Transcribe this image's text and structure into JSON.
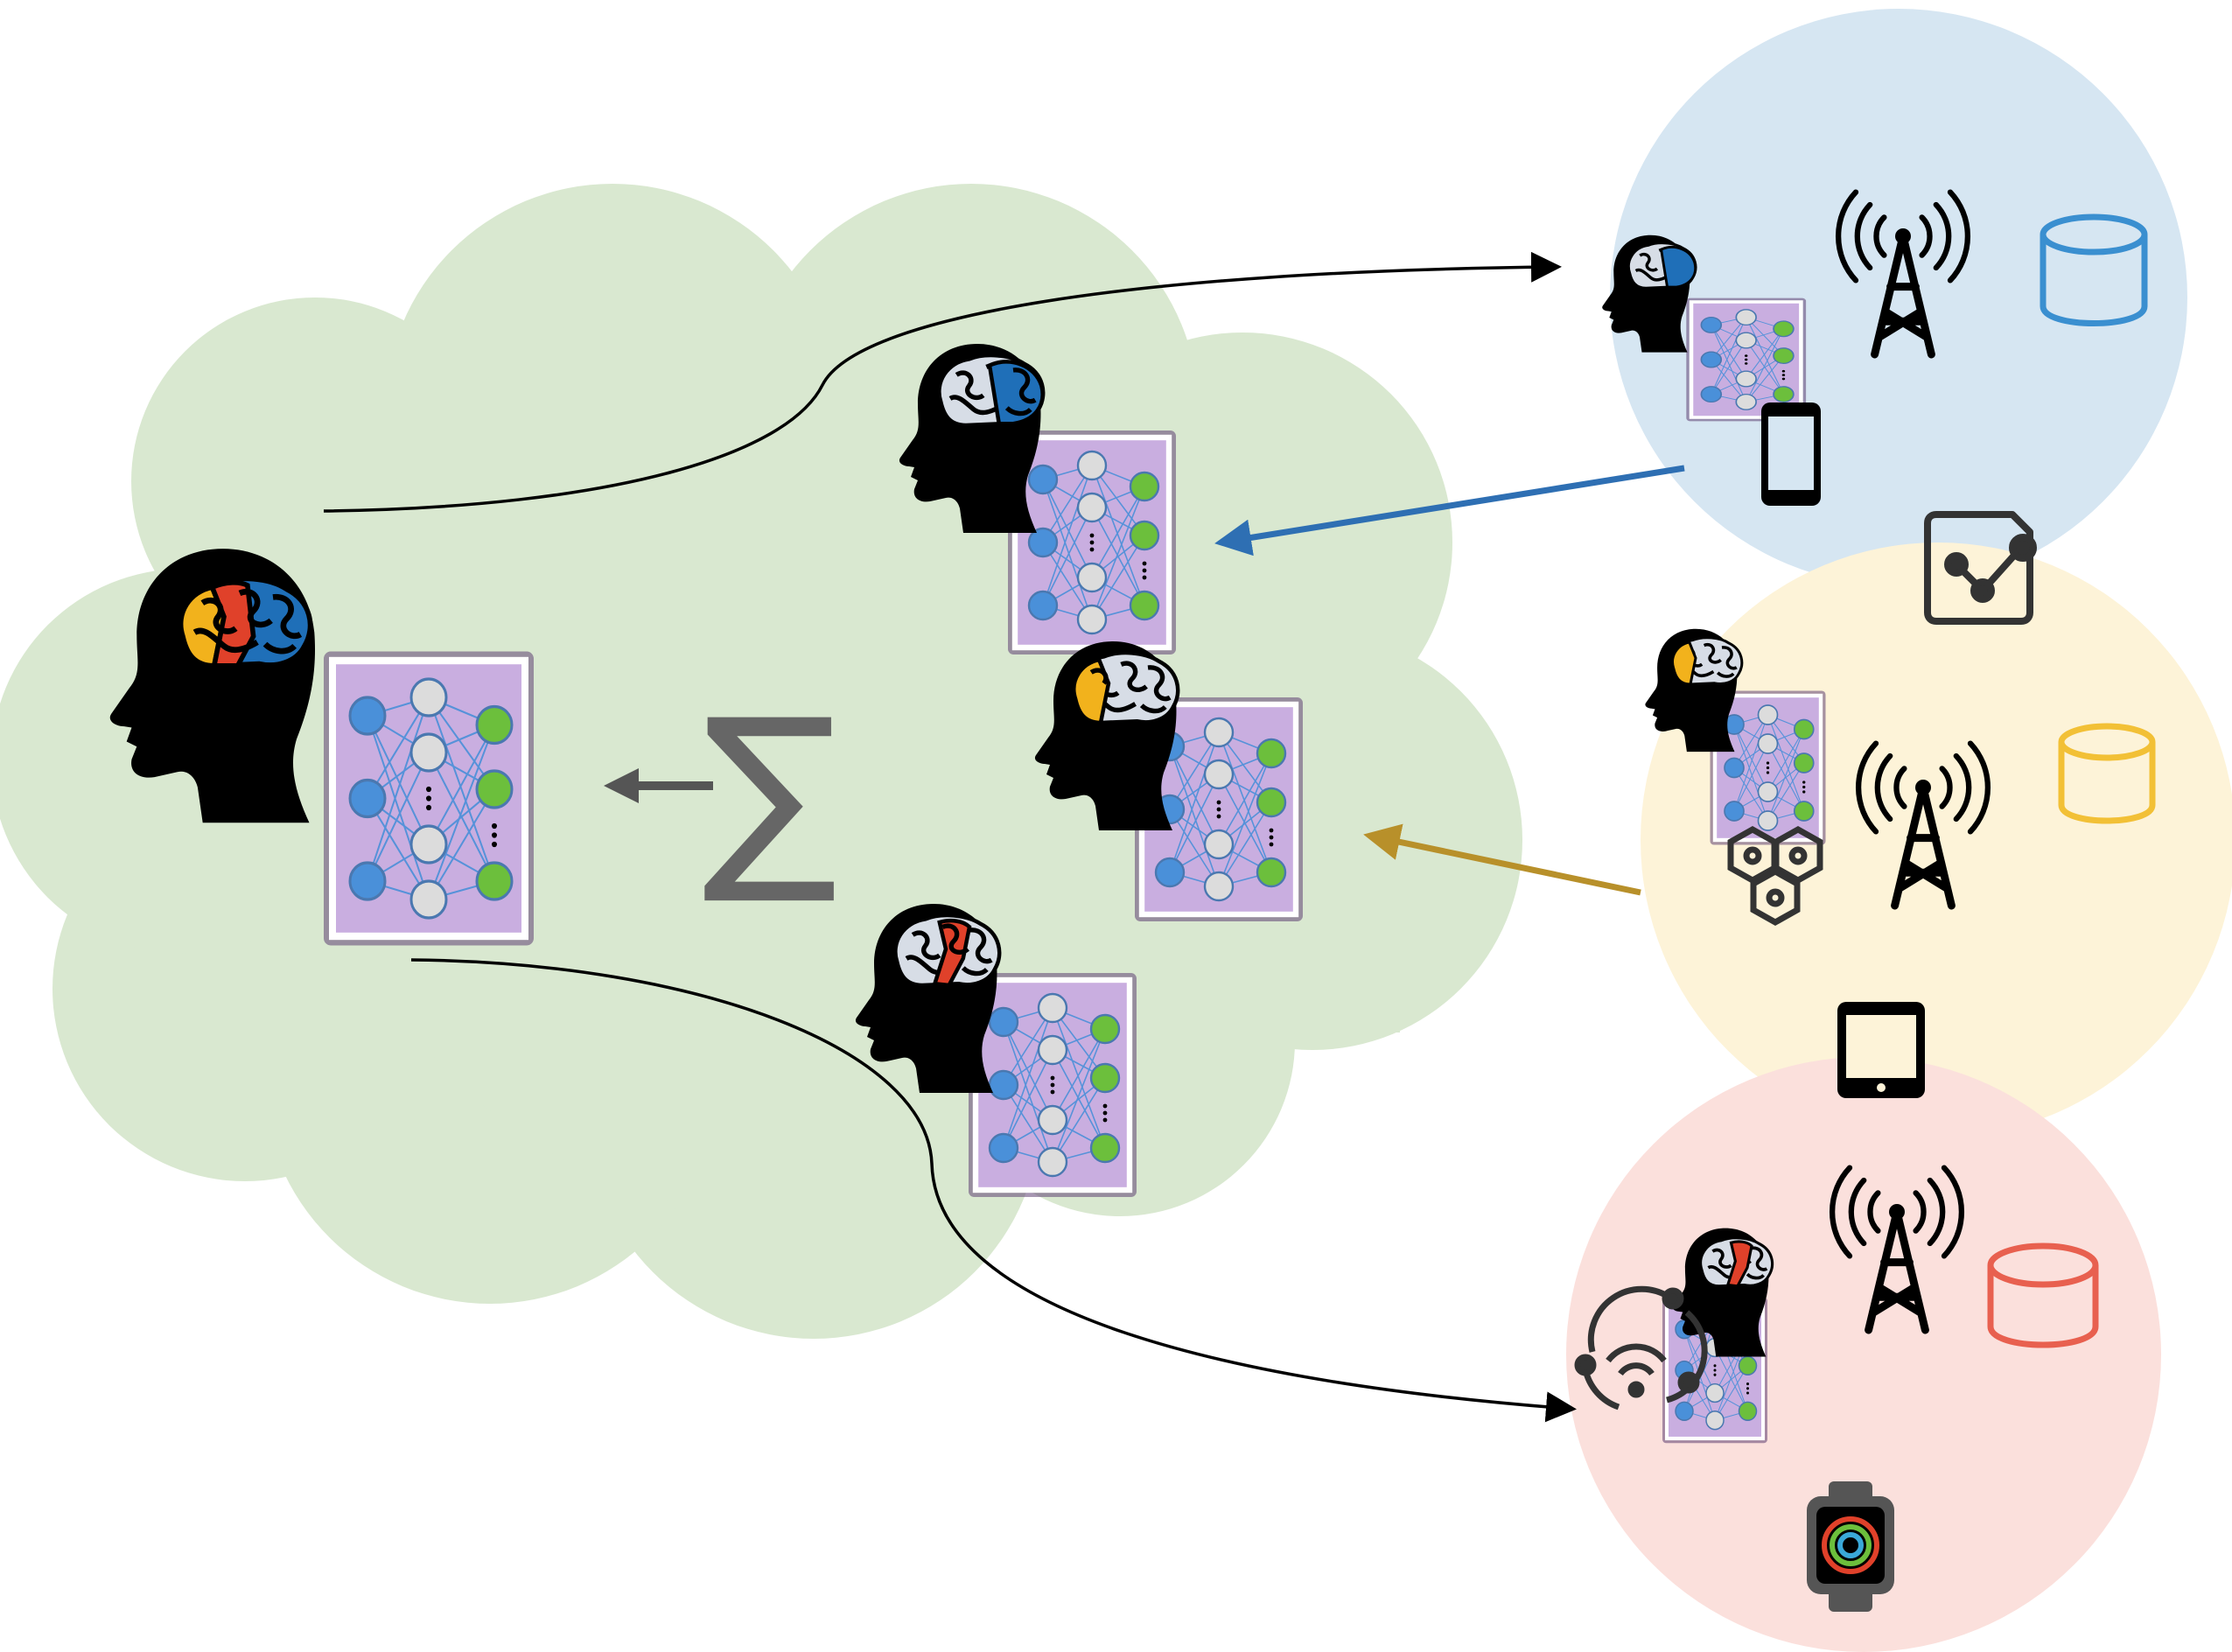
{
  "diagram": {
    "aggregation_symbol": "∑",
    "colors": {
      "cloud": "#d9e8d0",
      "client_blue": "#d6e6f2",
      "client_yellow": "#fdf3d8",
      "client_red": "#fbe0dc",
      "brain_blue": "#1f6fb8",
      "brain_yellow": "#f2b21c",
      "brain_red": "#e0412a",
      "brain_gray": "#d7dde6",
      "nn_panel": "#c9aee0",
      "nn_blue_node": "#4a90d9",
      "nn_green_node": "#6cbf3c",
      "nn_gray_node": "#dcdcdc",
      "arrow_blue": "#2e6fb3",
      "arrow_gold": "#b8902a",
      "arrow_gray": "#555555",
      "db_blue": "#3a8fd0",
      "db_yellow": "#f2c036",
      "db_red": "#e8604f"
    },
    "global_model": {
      "icon": "brain-head-icon",
      "regions": [
        "yellow",
        "red",
        "blue"
      ]
    },
    "client_models_in_cloud": [
      {
        "icon": "brain-head-icon",
        "highlight": "blue"
      },
      {
        "icon": "brain-head-icon",
        "highlight": "yellow"
      },
      {
        "icon": "brain-head-icon",
        "highlight": "red"
      }
    ],
    "clients": [
      {
        "color": "blue",
        "devices": [
          "cell-tower-icon",
          "database-icon",
          "smartphone-icon"
        ]
      },
      {
        "color": "yellow",
        "devices": [
          "cell-tower-icon",
          "database-icon",
          "hexagon-network-icon",
          "tablet-icon"
        ]
      },
      {
        "color": "red",
        "devices": [
          "cell-tower-icon",
          "database-icon",
          "wifi-hub-icon",
          "smartwatch-icon"
        ]
      }
    ],
    "extra_icons": [
      "document-share-icon"
    ]
  }
}
